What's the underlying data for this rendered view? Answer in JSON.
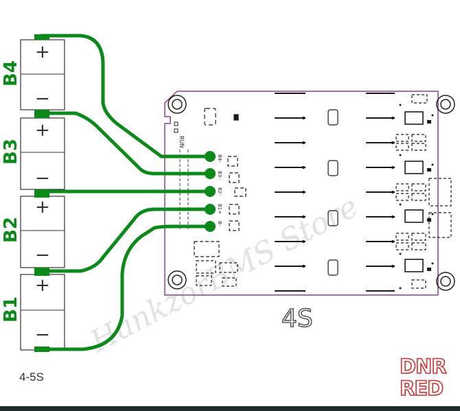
{
  "cells": [
    {
      "id": "B4",
      "label": "B4"
    },
    {
      "id": "B3",
      "label": "B3"
    },
    {
      "id": "B2",
      "label": "B2"
    },
    {
      "id": "B1",
      "label": "B1"
    }
  ],
  "terminal_signs": {
    "plus": "+",
    "minus": "−"
  },
  "board": {
    "title": "4S",
    "run_label": "RUN",
    "pin_labels": [
      "B4-",
      "B3-",
      "B2-",
      "B1+",
      "B-"
    ]
  },
  "caption": "4-5S",
  "watermark": "HankzorBMS Store",
  "logo": {
    "line1": "DNR",
    "line2": "RED"
  },
  "colors": {
    "trace": "#0b8a1a",
    "outline": "#8e3d92",
    "silkscreen": "#1a1a1a"
  }
}
